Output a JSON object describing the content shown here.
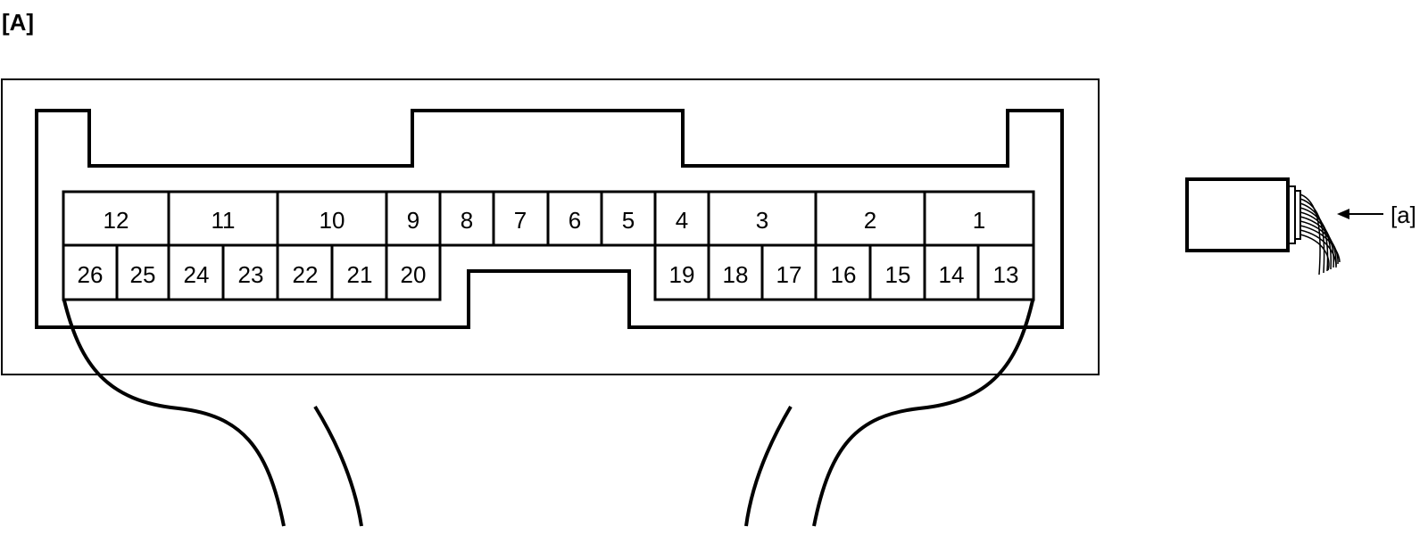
{
  "figure_label": "[A]",
  "callout_label": "[a]",
  "top_row_pins": [
    "12",
    "11",
    "10",
    "9",
    "8",
    "7",
    "6",
    "5",
    "4",
    "3",
    "2",
    "1"
  ],
  "bottom_left_pins": [
    "26",
    "25",
    "24",
    "23",
    "22",
    "21",
    "20"
  ],
  "bottom_right_pins": [
    "19",
    "18",
    "17",
    "16",
    "15",
    "14",
    "13"
  ]
}
